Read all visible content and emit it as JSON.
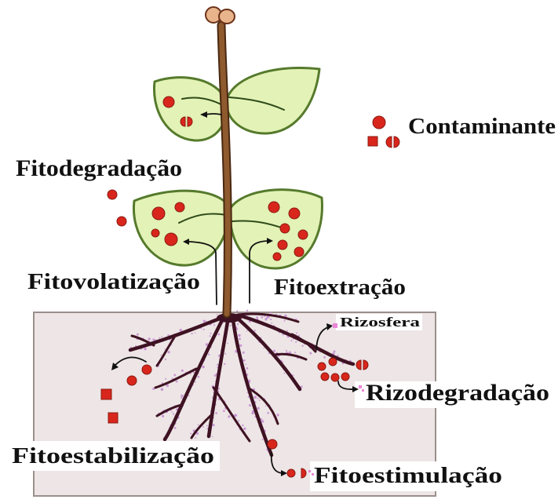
{
  "legend": {
    "contaminant_label": "Contaminante"
  },
  "labels": {
    "fitodegradacao": "Fitodegradação",
    "fitovolatizacao": "Fitovolatização",
    "fitoextracao": "Fitoextração",
    "rizosfera": "Rizosfera",
    "rizodegradacao": "Rizodegradação",
    "fitoestabilizacao": "Fitoestabilização",
    "fitoestimulacao": "Fitoestimulação"
  },
  "colors": {
    "contaminant": "#d8261c",
    "leaf_fill": "#e3f2b6",
    "leaf_outline": "#557a2c",
    "stem": "#8e5a2e",
    "bud": "#e8b48c",
    "root": "#3e1222",
    "rhizosphere": "#c48bd0",
    "rhizosphere_marker": "#ea86d6",
    "soil": "#ede5e6",
    "soil_border": "#9b8f8b"
  }
}
